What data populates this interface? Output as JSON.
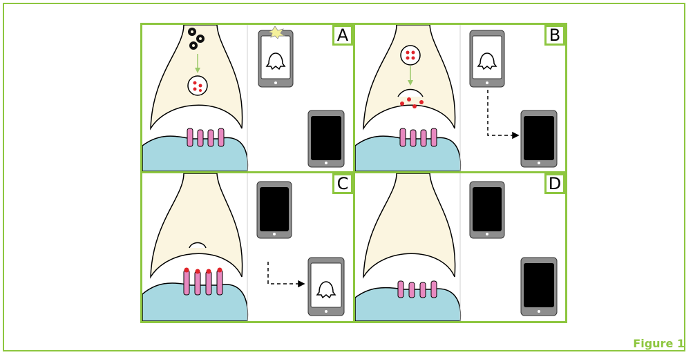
{
  "figure_label": "Figure 1",
  "colors": {
    "border_green": "#8dc63f",
    "neuron_fill": "#fbf5e0",
    "receptor_pink": "#e889c0",
    "dendrite_blue": "#a7d8e1",
    "vesicle_red": "#e0242a",
    "phone_black": "#000000",
    "phone_gray": "#8e8e8e"
  },
  "panels": [
    {
      "letter": "A",
      "state": "signal-manufactured",
      "phone": "notification-top-phone"
    },
    {
      "letter": "B",
      "state": "vesicle-release",
      "phone": "message-sending"
    },
    {
      "letter": "C",
      "state": "neurotransmitter-bound",
      "phone": "message-received"
    },
    {
      "letter": "D",
      "state": "resting",
      "phone": "idle"
    }
  ],
  "icons": {
    "gears": "gears-icon",
    "ghost": "ghost-icon",
    "notification": "notification-burst-icon",
    "arrow": "dashed-arrow-icon"
  }
}
